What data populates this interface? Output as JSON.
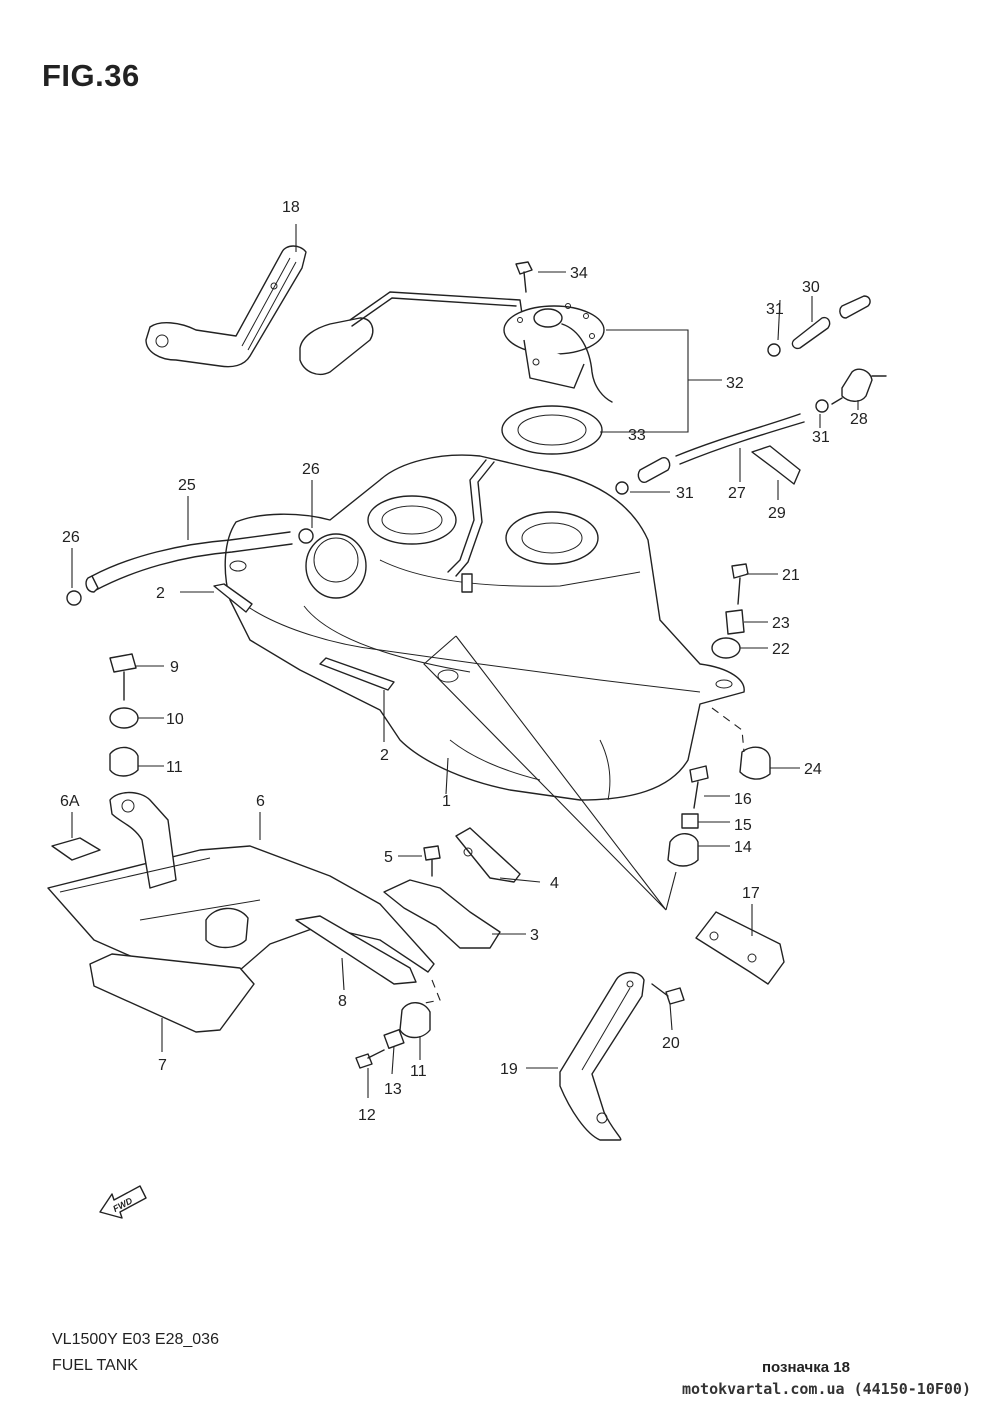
{
  "figure": {
    "title": "FIG.36"
  },
  "callouts": {
    "c1": "1",
    "c2a": "2",
    "c2b": "2",
    "c3": "3",
    "c4": "4",
    "c5": "5",
    "c6": "6",
    "c6a": "6A",
    "c7": "7",
    "c8": "8",
    "c9": "9",
    "c10": "10",
    "c11a": "11",
    "c11b": "11",
    "c12": "12",
    "c13": "13",
    "c14": "14",
    "c15": "15",
    "c16": "16",
    "c17": "17",
    "c18": "18",
    "c19": "19",
    "c20": "20",
    "c21": "21",
    "c22": "22",
    "c23": "23",
    "c24": "24",
    "c25": "25",
    "c26a": "26",
    "c26b": "26",
    "c27": "27",
    "c28": "28",
    "c29": "29",
    "c30": "30",
    "c31a": "31",
    "c31b": "31",
    "c31c": "31",
    "c32": "32",
    "c33": "33",
    "c34": "34"
  },
  "fwd_label": "FWD",
  "footer": {
    "model": "VL1500Y E03 E28_036",
    "name": "FUEL TANK",
    "note": "позначка 18",
    "site": "motokvartal.com.ua (44150-10F00)"
  }
}
